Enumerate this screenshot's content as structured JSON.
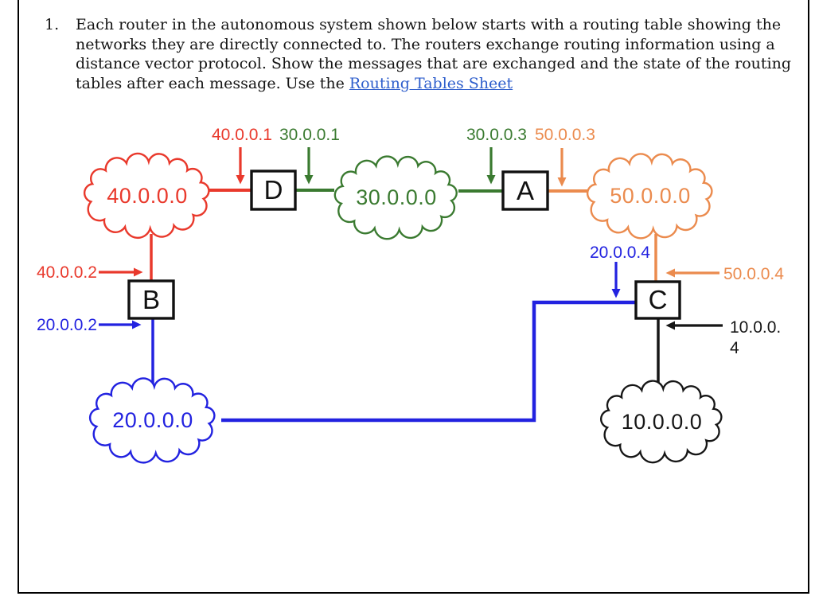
{
  "problem": {
    "number": "1.",
    "lines": [
      "Each router in the autonomous system shown below starts with a routing table showing the",
      "networks they are directly connected to. The routers exchange routing information using a",
      "distance vector protocol. Show the messages that are exchanged and the state of the routing",
      "tables after each message. Use the "
    ],
    "link_text": "Routing Tables Sheet"
  },
  "colors": {
    "red": "#e9392c",
    "green": "#3a7a30",
    "orange": "#eb8b4e",
    "blue": "#2222e0",
    "black": "#161616",
    "link_blue": "#2e5ecc"
  },
  "clouds": {
    "net40": {
      "label": "40.0.0.0"
    },
    "net30": {
      "label": "30.0.0.0"
    },
    "net50": {
      "label": "50.0.0.0"
    },
    "net20": {
      "label": "20.0.0.0"
    },
    "net10": {
      "label": "10.0.0.0"
    }
  },
  "routers": {
    "d": {
      "label": "D"
    },
    "a": {
      "label": "A"
    },
    "b": {
      "label": "B"
    },
    "c": {
      "label": "C"
    }
  },
  "interfaces": {
    "d_40": {
      "ip": "40.0.0.1"
    },
    "d_30": {
      "ip": "30.0.0.1"
    },
    "a_30": {
      "ip": "30.0.0.3"
    },
    "a_50": {
      "ip": "50.0.0.3"
    },
    "b_40": {
      "ip": "40.0.0.2"
    },
    "b_20": {
      "ip": "20.0.0.2"
    },
    "c_20": {
      "ip": "20.0.0.4"
    },
    "c_50": {
      "ip": "50.0.0.4"
    },
    "c_10_line1": "10.0.0.",
    "c_10_line2": "4"
  }
}
